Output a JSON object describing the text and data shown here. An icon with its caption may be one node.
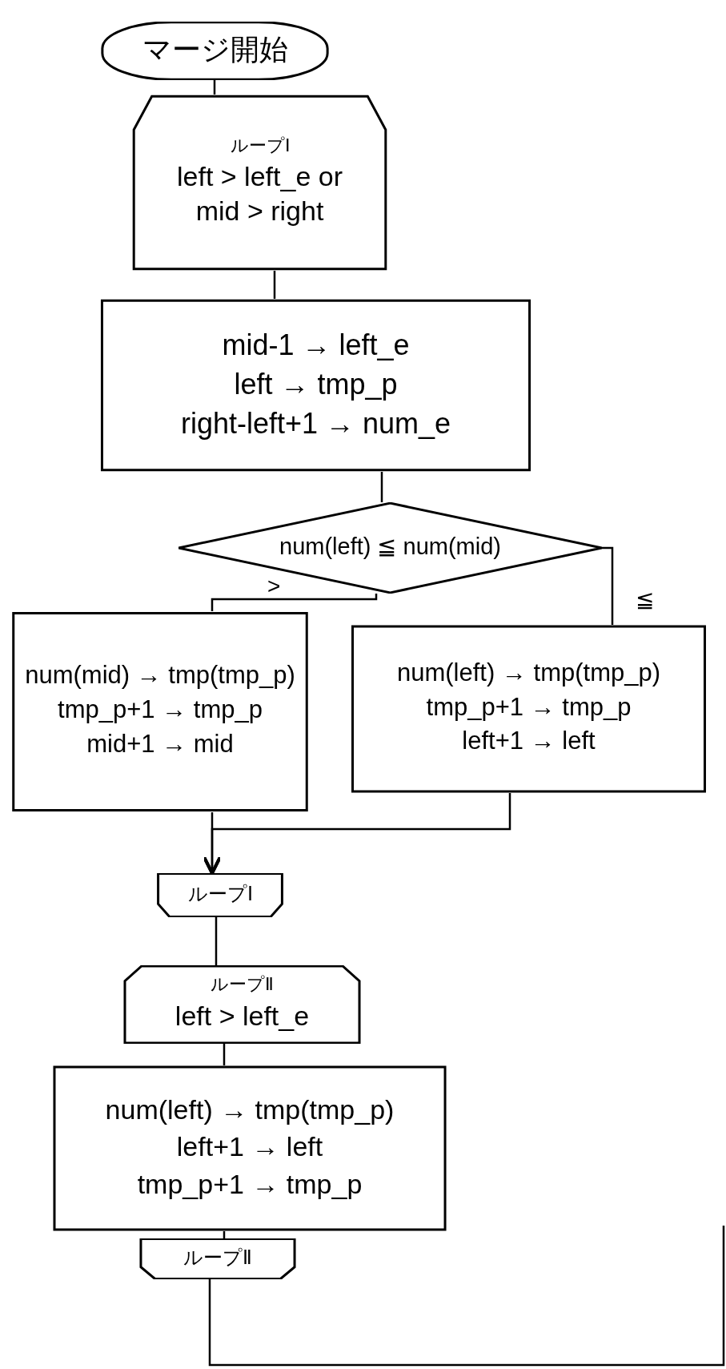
{
  "diagram": {
    "nodes": [
      {
        "text": [
          "マージ開始"
        ]
      },
      {
        "text": [
          "ループⅠ",
          "left > left_e or mid > right"
        ]
      },
      {
        "text": [
          "mid-1 → left_e",
          "left → tmp_p",
          "right-left+1 → num_e"
        ]
      },
      {
        "text": [
          "num(left) ≦ num(mid)"
        ]
      },
      {
        "text": [
          "num(mid) → tmp(tmp_p)",
          "tmp_p+1 → tmp_p",
          "mid+1 → mid"
        ]
      },
      {
        "text": [
          "num(left) → tmp(tmp_p)",
          "tmp_p+1 → tmp_p",
          "left+1 → left"
        ]
      },
      {
        "text": [
          "ループⅠ"
        ]
      },
      {
        "text": [
          "ループⅡ",
          "left > left_e"
        ]
      },
      {
        "text": [
          "num(left) → tmp(tmp_p)",
          "left+1 → left",
          "tmp_p+1 → tmp_p"
        ]
      },
      {
        "text": [
          "ループⅡ"
        ]
      }
    ],
    "edges": [
      {
        "from": 0,
        "to": 1,
        "arrow": "none"
      },
      {
        "from": 1,
        "to": 2,
        "arrow": "none"
      },
      {
        "from": 2,
        "to": 3,
        "arrow": "none"
      },
      {
        "from": 3,
        "to": 4,
        "arrow": "none",
        "label": ">"
      },
      {
        "from": 3,
        "to": 5,
        "arrow": "none",
        "label": "≦"
      },
      {
        "from": 4,
        "to": 6,
        "arrow": "to"
      },
      {
        "from": 5,
        "to": 6,
        "arrow": "to"
      },
      {
        "from": 6,
        "to": 7,
        "arrow": "none"
      },
      {
        "from": 7,
        "to": 8,
        "arrow": "none"
      },
      {
        "from": 8,
        "to": 9,
        "arrow": "none"
      },
      {
        "from": 9,
        "to": null,
        "arrow": "none"
      }
    ]
  }
}
